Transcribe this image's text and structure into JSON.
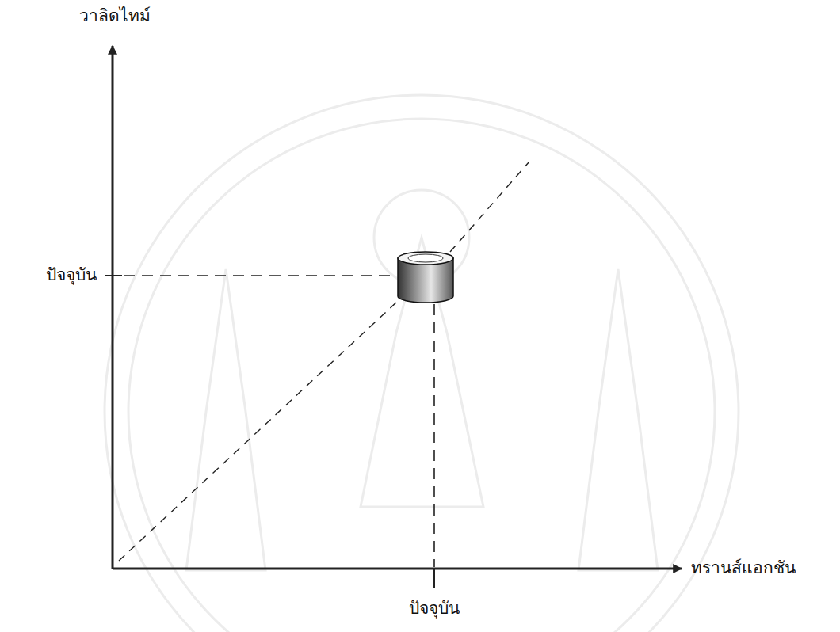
{
  "diagram": {
    "labels": [
      "วาลิดไทม์",
      "ปัจจุบัน",
      "ปัจจุบัน",
      "ทรานส์แอกชัน"
    ]
  }
}
